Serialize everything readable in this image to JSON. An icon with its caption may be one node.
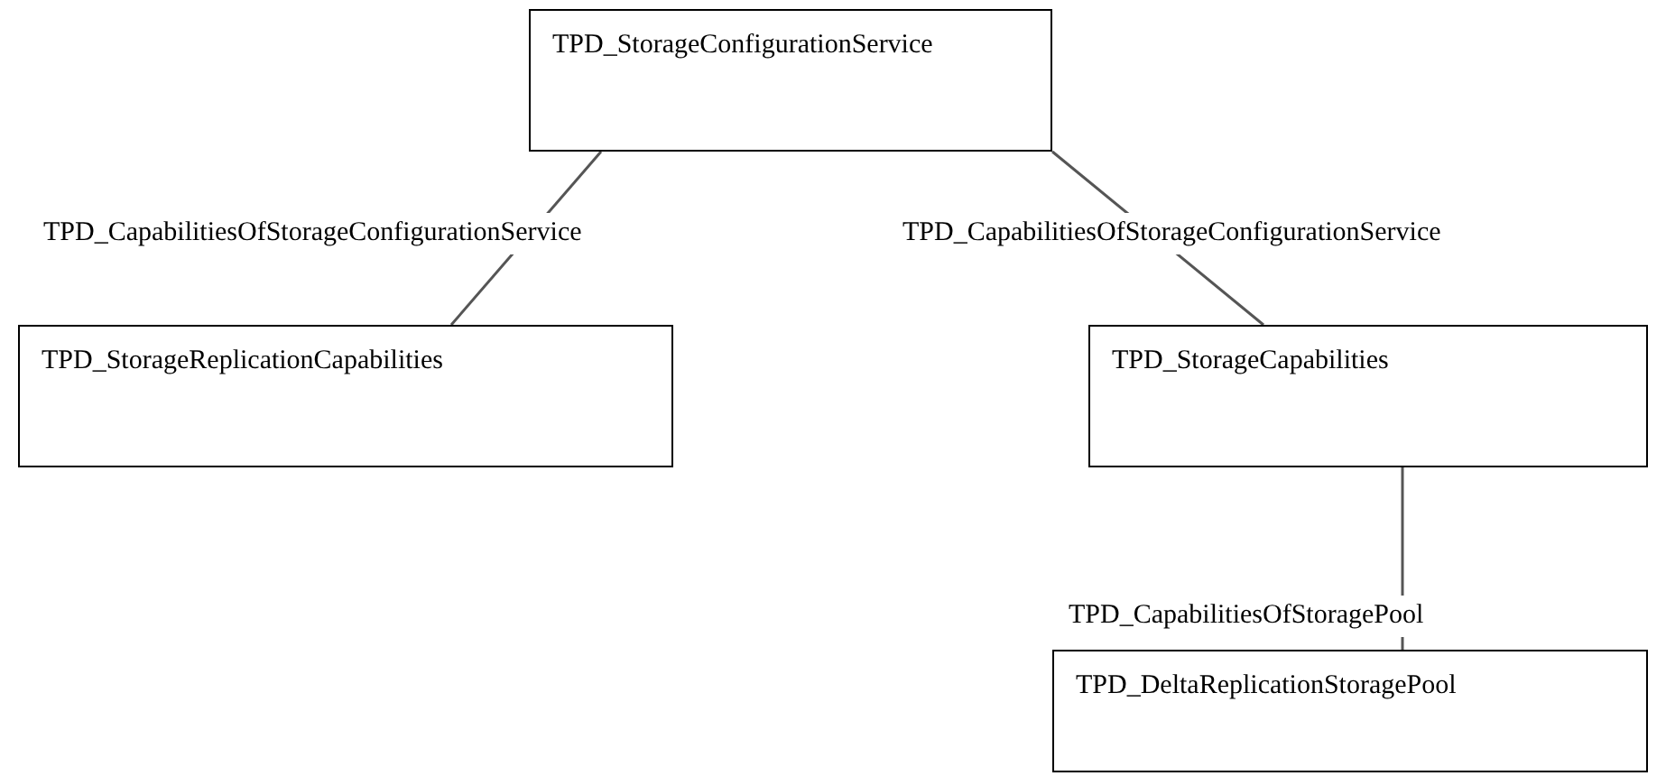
{
  "diagram": {
    "nodes": [
      {
        "text": [
          "TPD_StorageConfigurationService"
        ]
      },
      {
        "text": [
          "TPD_StorageReplicationCapabilities"
        ]
      },
      {
        "text": [
          "TPD_StorageCapabilities"
        ]
      },
      {
        "text": [
          "TPD_DeltaReplicationStoragePool"
        ]
      }
    ],
    "edges": [
      {
        "from": 0,
        "to": 1,
        "arrow": "none",
        "label": "TPD_CapabilitiesOfStorageConfigurationService"
      },
      {
        "from": 0,
        "to": 2,
        "arrow": "none",
        "label": "TPD_CapabilitiesOfStorageConfigurationService"
      },
      {
        "from": 2,
        "to": 3,
        "arrow": "none",
        "label": "TPD_CapabilitiesOfStoragePool"
      }
    ]
  }
}
